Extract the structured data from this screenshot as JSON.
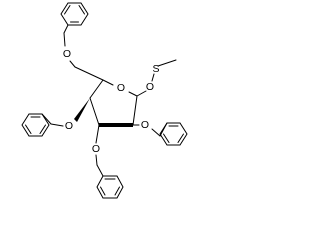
{
  "molecule": {
    "atom_labels": {
      "ring_oxygen": "O",
      "anomeric_oxygen": "O",
      "sulfur": "S",
      "o6_oxygen": "O",
      "o4_oxygen": "O",
      "o3_oxygen": "O",
      "o2_oxygen": "O"
    },
    "substituents": [
      "S-methyl",
      "benzyl",
      "benzyl",
      "benzyl",
      "benzyl"
    ]
  },
  "colors": {
    "bond": "#000000",
    "background": "#ffffff"
  }
}
